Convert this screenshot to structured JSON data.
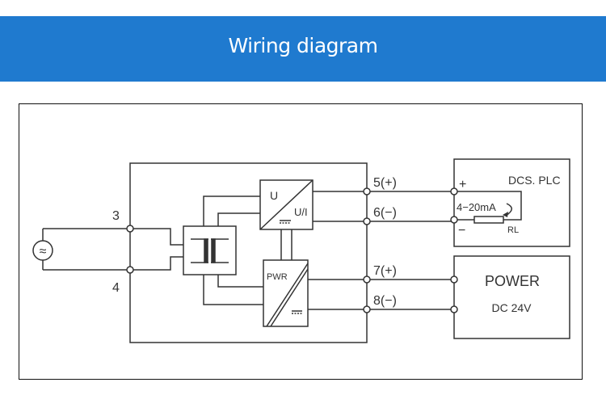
{
  "header": {
    "title": "Wiring diagram"
  },
  "diagram": {
    "terminals": {
      "t3": "3",
      "t4": "4",
      "t5": "5(+)",
      "t6": "6(−)",
      "t7": "7(+)",
      "t8": "8(−)"
    },
    "converter_block": {
      "input_label": "U",
      "output_label": "U/I"
    },
    "power_block": {
      "label": "PWR"
    },
    "dcs_plc": {
      "title": "DCS. PLC",
      "plus": "+",
      "minus": "−",
      "current_label": "4−20mA",
      "resistor_label": "RL"
    },
    "power_supply": {
      "title": "POWER",
      "subtitle": "DC 24V"
    },
    "source_symbol": "≈"
  }
}
